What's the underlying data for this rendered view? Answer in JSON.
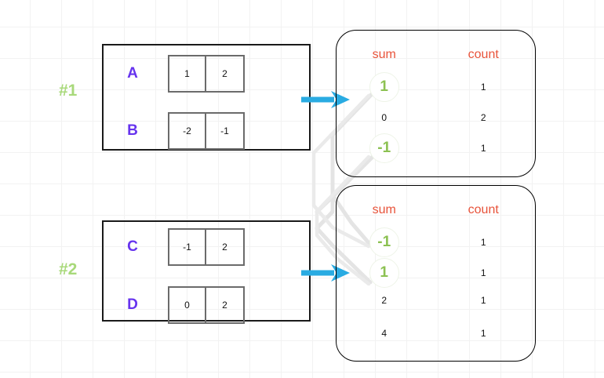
{
  "diagram": {
    "title_labels": [
      "#1",
      "#2"
    ],
    "accent_colors": {
      "group_label": "#a8d97a",
      "row_name": "#6633ee",
      "header": "#e8533a",
      "highlight": "#8cc152",
      "arrow": "#29abe2",
      "connector": "#e0e0e0"
    },
    "groups": [
      {
        "label": "#1",
        "rows": [
          {
            "name": "A",
            "cells": [
              "1",
              "2"
            ]
          },
          {
            "name": "B",
            "cells": [
              "-2",
              "-1"
            ]
          }
        ]
      },
      {
        "label": "#2",
        "rows": [
          {
            "name": "C",
            "cells": [
              "-1",
              "2"
            ]
          },
          {
            "name": "D",
            "cells": [
              "0",
              "2"
            ]
          }
        ]
      }
    ],
    "tables": [
      {
        "headers": {
          "sum": "sum",
          "count": "count"
        },
        "rows": [
          {
            "sum": "1",
            "count": "1",
            "highlight": true
          },
          {
            "sum": "0",
            "count": "2",
            "highlight": false
          },
          {
            "sum": "-1",
            "count": "1",
            "highlight": true
          }
        ]
      },
      {
        "headers": {
          "sum": "sum",
          "count": "count"
        },
        "rows": [
          {
            "sum": "-1",
            "count": "1",
            "highlight": true
          },
          {
            "sum": "1",
            "count": "1",
            "highlight": true
          },
          {
            "sum": "2",
            "count": "1",
            "highlight": false
          },
          {
            "sum": "4",
            "count": "1",
            "highlight": false
          }
        ]
      }
    ],
    "arrows": [
      {
        "name": "arrow-group-1-to-table-1"
      },
      {
        "name": "arrow-group-2-to-table-2"
      }
    ]
  }
}
